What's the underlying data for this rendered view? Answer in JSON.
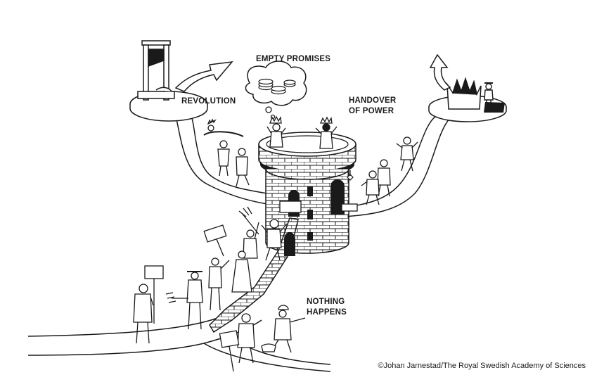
{
  "labels": {
    "revolution": "REVOLUTION",
    "empty_promises": "EMPTY PROMISES",
    "handover_line1": "HANDOVER",
    "handover_line2": "OF POWER",
    "nothing_line1": "NOTHING",
    "nothing_line2": "HAPPENS"
  },
  "credit": "©Johan Jarnestad/The Royal Swedish Academy of Sciences"
}
